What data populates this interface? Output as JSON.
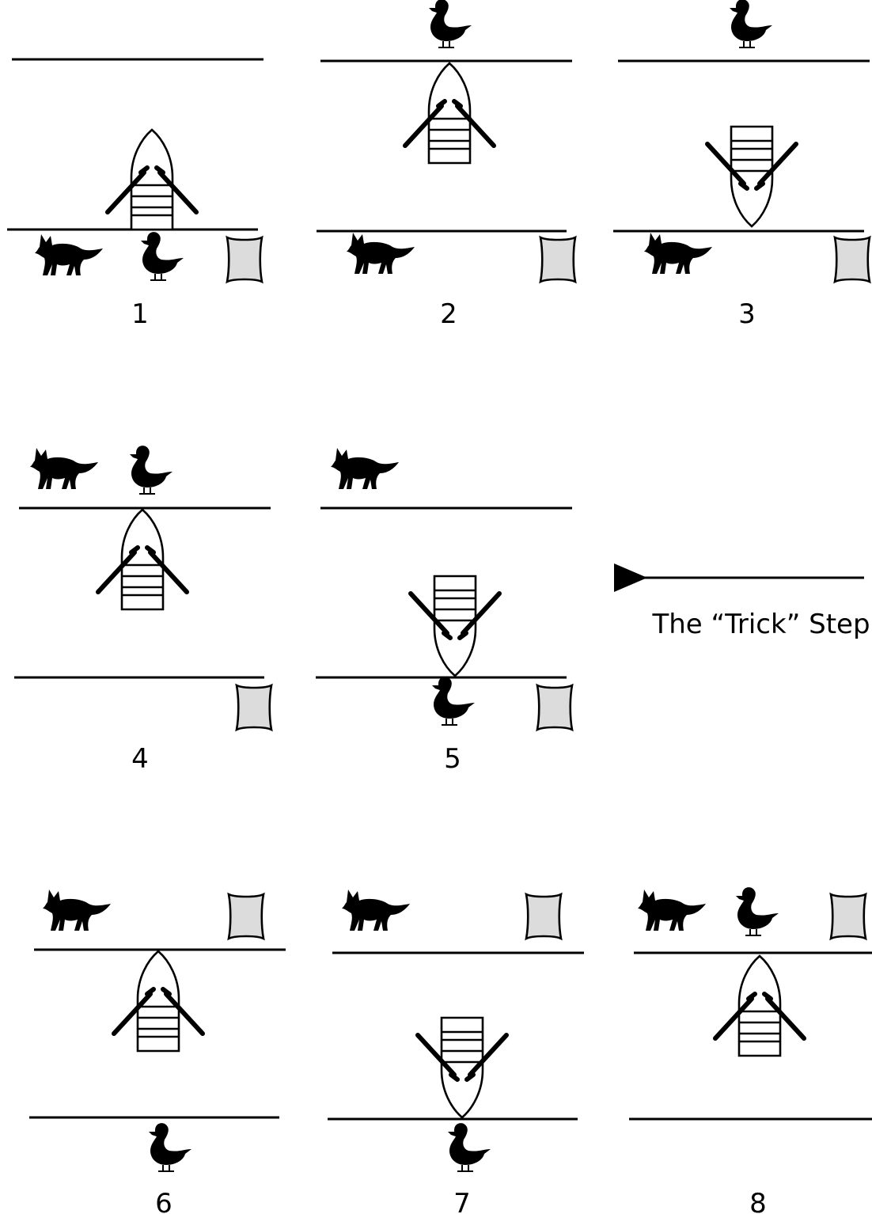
{
  "steps": [
    {
      "label": "1"
    },
    {
      "label": "2"
    },
    {
      "label": "3"
    },
    {
      "label": "4"
    },
    {
      "label": "5"
    },
    {
      "label": "6"
    },
    {
      "label": "7"
    },
    {
      "label": "8"
    }
  ],
  "annotation": {
    "text": "The “Trick” Step"
  },
  "icons": {
    "fox": "fox-icon",
    "duck": "duck-icon",
    "sack": "grain-sack-icon",
    "boat": "rowboat-icon",
    "arrow": "arrow-left-icon"
  },
  "colors": {
    "ink": "#000000",
    "sack_fill": "#dcdcdc",
    "background": "#ffffff"
  }
}
